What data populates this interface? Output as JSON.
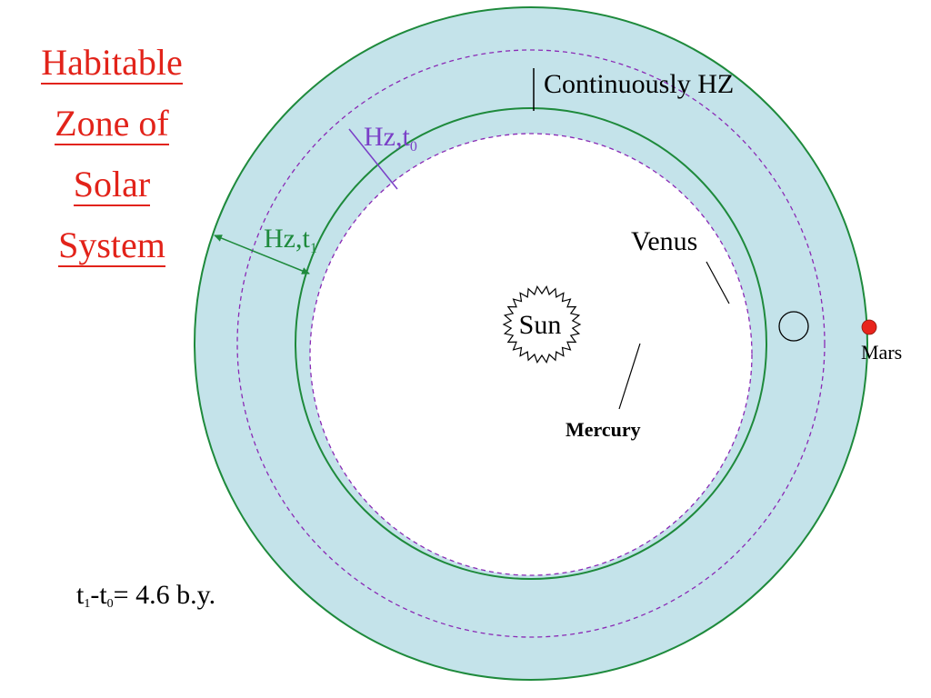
{
  "title": {
    "lines": [
      "Habitable",
      "Zone of",
      "Solar",
      "System"
    ],
    "color": "#e2231a"
  },
  "labels": {
    "continuous_hz": "Continuously HZ",
    "hz_t0_main": "Hz,t",
    "hz_t0_sub": "0",
    "hz_t1_main": "Hz,t",
    "hz_t1_sub": "1",
    "venus": "Venus",
    "sun": "Sun",
    "mercury": "Mercury",
    "mars": "Mars"
  },
  "formula": {
    "t1": "t",
    "t1_sub": "1",
    "dash": "-t",
    "t0_sub": "0",
    "rest": "= 4.6 b.y."
  },
  "colors": {
    "zone_fill": "#c4e3ea",
    "zone_border": "#1e8a3c",
    "dashed_orbit": "#8a2ab5",
    "hz_t0_label": "#7a3fc7",
    "hz_t1_label": "#1e8a3c",
    "mars_dot": "#e8241c",
    "text": "#000000"
  }
}
